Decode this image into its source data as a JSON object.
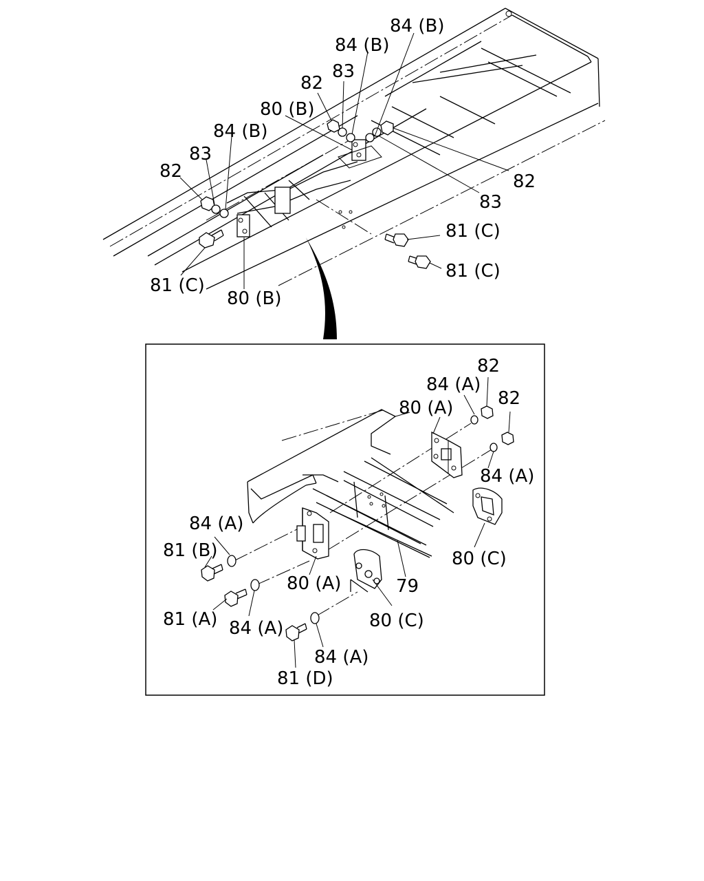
{
  "labels": {
    "top_84b_1": "84 (B)",
    "top_84b_2": "84 (B)",
    "top_83_1": "83",
    "top_82_1": "82",
    "top_80b_1": "80 (B)",
    "top_84b_3": "84 (B)",
    "top_83_2": "83",
    "top_82_2": "82",
    "top_82_3": "82",
    "top_83_3": "83",
    "top_81c_1": "81 (C)",
    "top_81c_2": "81 (C)",
    "top_81c_3": "81 (C)",
    "top_80b_2": "80 (B)",
    "in_82_1": "82",
    "in_84a_1": "84 (A)",
    "in_82_2": "82",
    "in_80a_1": "80 (A)",
    "in_84a_2": "84 (A)",
    "in_84a_3": "84 (A)",
    "in_81b": "81 (B)",
    "in_80c_1": "80 (C)",
    "in_80a_2": "80 (A)",
    "in_79": "79",
    "in_81a": "81 (A)",
    "in_84a_4": "84 (A)",
    "in_80c_2": "80 (C)",
    "in_84a_5": "84 (A)",
    "in_81d": "81 (D)"
  }
}
